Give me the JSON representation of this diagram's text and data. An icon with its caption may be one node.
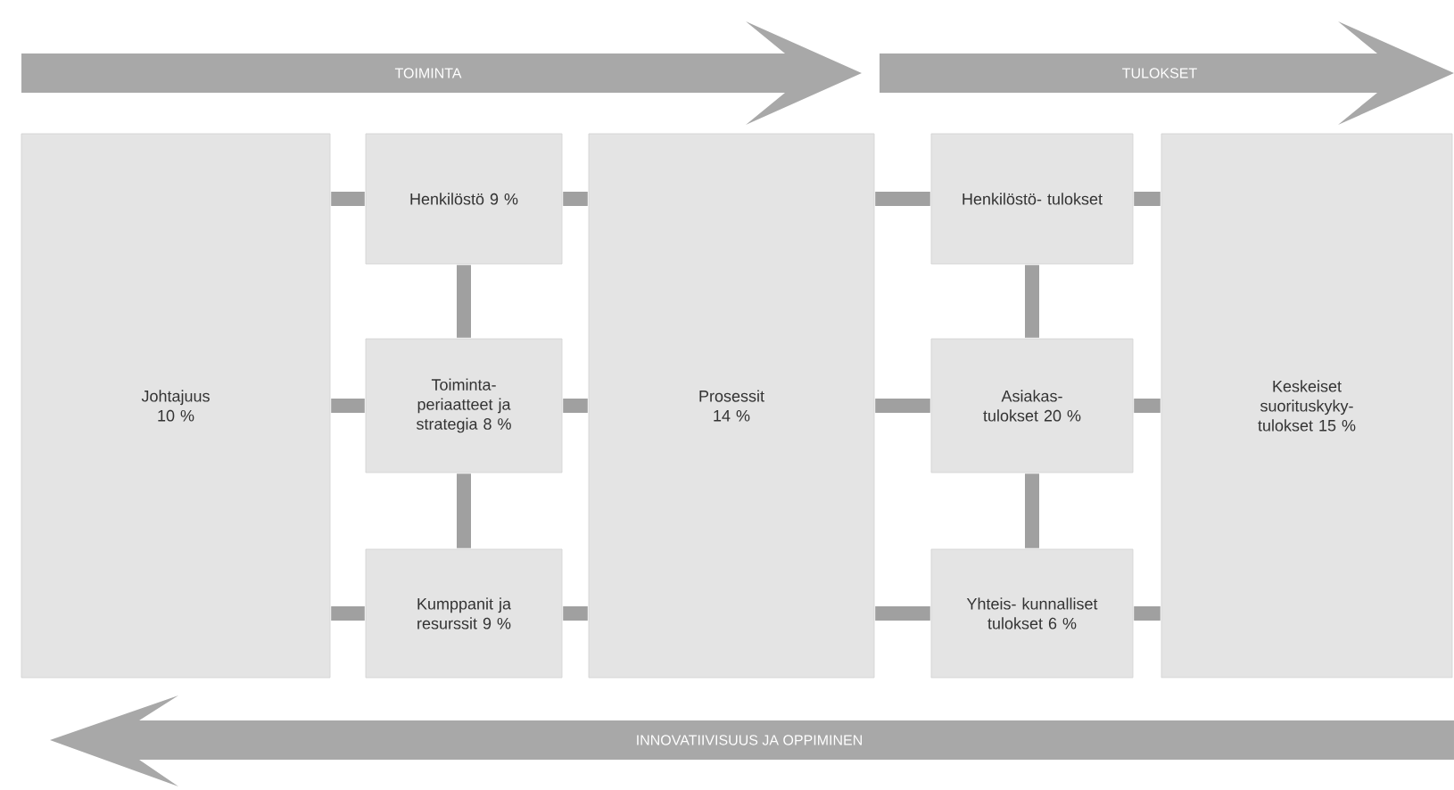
{
  "diagram": {
    "nodes": [
      {
        "text": [
          "Johtajuus 10 %"
        ]
      },
      {
        "text": [
          "Henkilöstö 9 %"
        ]
      },
      {
        "text": [
          "Toiminta- periaatteet ja strategia 8 %"
        ]
      },
      {
        "text": [
          "Kumppanit ja resurssit 9 %"
        ]
      },
      {
        "text": [
          "Prosessit 14 %"
        ]
      },
      {
        "text": [
          "Henkilöstö- tulokset"
        ]
      },
      {
        "text": [
          "Asiakas- tulokset 20 %"
        ]
      },
      {
        "text": [
          "Yhteis- kunnalliset tulokset 6 %"
        ]
      },
      {
        "text": [
          "Keskeiset suorituskyky- tulokset 15 %"
        ]
      }
    ],
    "edges": [
      {
        "from": 0,
        "to": 1,
        "arrow": "none"
      },
      {
        "from": 0,
        "to": 2,
        "arrow": "none"
      },
      {
        "from": 0,
        "to": 3,
        "arrow": "none"
      },
      {
        "from": 1,
        "to": 2,
        "arrow": "none"
      },
      {
        "from": 2,
        "to": 3,
        "arrow": "none"
      },
      {
        "from": 1,
        "to": 4,
        "arrow": "none"
      },
      {
        "from": 2,
        "to": 4,
        "arrow": "none"
      },
      {
        "from": 3,
        "to": 4,
        "arrow": "none"
      },
      {
        "from": 4,
        "to": 5,
        "arrow": "none"
      },
      {
        "from": 4,
        "to": 6,
        "arrow": "none"
      },
      {
        "from": 4,
        "to": 7,
        "arrow": "none"
      },
      {
        "from": 5,
        "to": 6,
        "arrow": "none"
      },
      {
        "from": 6,
        "to": 7,
        "arrow": "none"
      },
      {
        "from": 5,
        "to": 8,
        "arrow": "none"
      },
      {
        "from": 6,
        "to": 8,
        "arrow": "none"
      },
      {
        "from": 7,
        "to": 8,
        "arrow": "none"
      }
    ],
    "labels": [
      "TOIMINTA",
      "TULOKSET",
      "INNOVATIIVISUUS JA OPPIMINEN"
    ]
  }
}
